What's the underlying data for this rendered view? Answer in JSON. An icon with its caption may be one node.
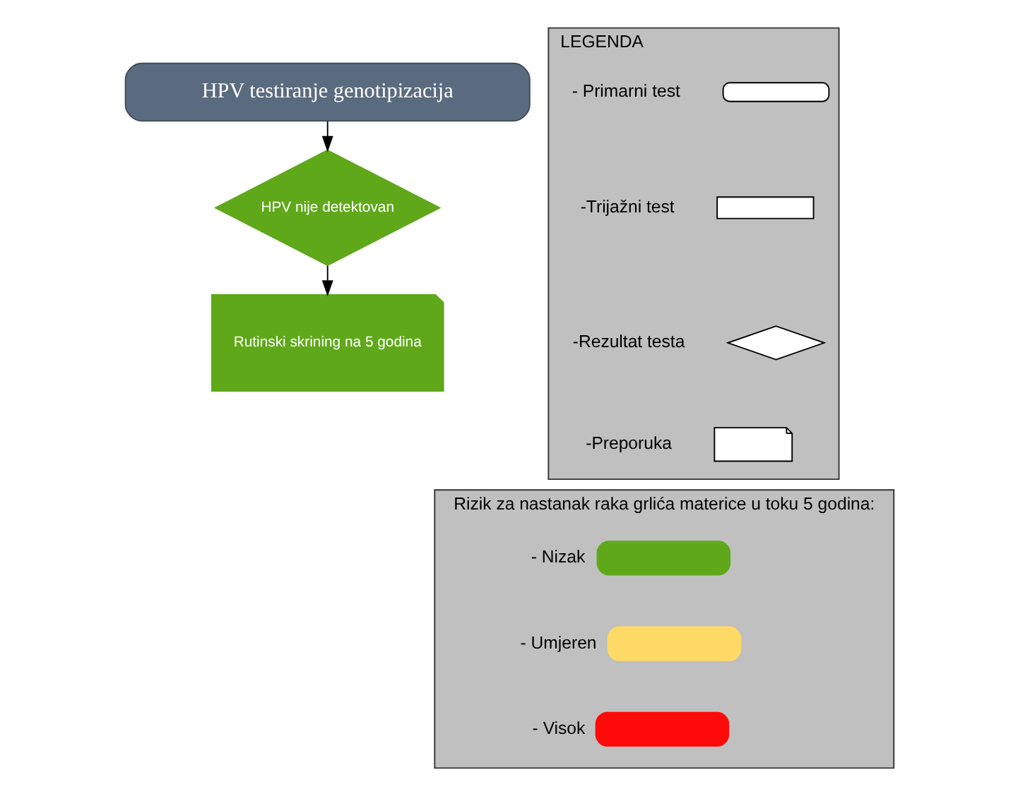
{
  "diagram": {
    "nodes": [
      {
        "text": [
          "HPV testiranje genotipizacija"
        ]
      },
      {
        "text": [
          "HPV nije detektovan"
        ]
      },
      {
        "text": [
          "Rutinski skrining na 5 godina"
        ]
      },
      {
        "text": [
          "LEGENDA"
        ]
      },
      {
        "text": [
          "Rizik za nastanak raka grlića materice u toku 5 godina:"
        ]
      },
      {
        "text": [],
        "shape": "box",
        "in": 3
      },
      {
        "text": [],
        "shape": "box",
        "in": 3
      },
      {
        "text": [],
        "shape": "diamond",
        "in": 3
      },
      {
        "text": [],
        "shape": "document",
        "in": 3
      }
    ],
    "edges": [
      {
        "from": 0,
        "to": 1,
        "arrow": "to"
      },
      {
        "from": 1,
        "to": 2,
        "arrow": "to"
      }
    ],
    "legend": [
      {
        "text": "- Primarni test"
      },
      {
        "text": "-Trijažni test"
      },
      {
        "text": "-Rezultat testa"
      },
      {
        "text": "-Preporuka"
      },
      {
        "text": "- Nizak",
        "color": "#5fa81a"
      },
      {
        "text": "- Umjeren",
        "color": "#ffd966"
      },
      {
        "text": "- Visok",
        "color": "#ff0a0a"
      }
    ]
  }
}
